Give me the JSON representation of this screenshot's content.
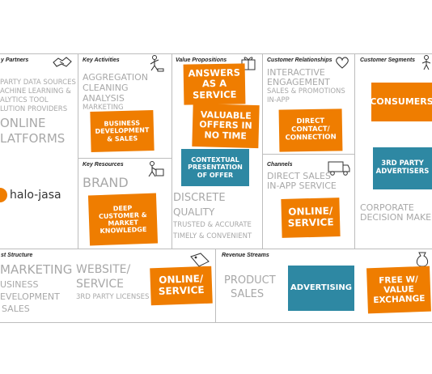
{
  "sections": {
    "key_partners": {
      "header": "y Partners",
      "lines_small": [
        "PARTY DATA SOURCES",
        "ACHINE LEARNING &",
        "ALYTICS TOOL",
        "LUTION PROVIDERS"
      ],
      "lines_large": [
        "ONLINE",
        "LATFORMS"
      ],
      "logo_text": "halo-jasa"
    },
    "key_activities": {
      "header": "Key Activities",
      "lines": [
        "AGGREGATION",
        "CLEANING",
        "ANALYSIS"
      ],
      "marketing": "MARKETING",
      "note": "BUSINESS\nDEVELOPMENT\n& SALES"
    },
    "key_resources": {
      "header": "Key Resources",
      "brand": "BRAND",
      "note": "DEEP\nCUSTOMER &\nMARKET\nKNOWLEDGE"
    },
    "value_propositions": {
      "header": "Value Propositions",
      "note1": "ANSWERS\nAS A\nSERVICE",
      "note2": "VALUABLE\nOFFERS IN\nNO TIME",
      "note3": "CONTEXTUAL\nPRESENTATION\nOF OFFER",
      "lines_large": [
        "DISCRETE",
        "QUALITY"
      ],
      "lines_small": [
        "TRUSTED & ACCURATE",
        "TIMELY & CONVENIENT"
      ]
    },
    "customer_relationships": {
      "header": "Customer Relationships",
      "lines": [
        "INTERACTIVE",
        "ENGAGEMENT"
      ],
      "lines_small": [
        "SALES & PROMOTIONS",
        "IN-APP"
      ],
      "note": "DIRECT\nCONTACT/\nCONNECTION"
    },
    "channels": {
      "header": "Channels",
      "lines": [
        "DIRECT SALES",
        "IN-APP SERVICE"
      ],
      "note": "ONLINE/\nSERVICE"
    },
    "customer_segments": {
      "header": "Customer Segments",
      "note1": "CONSUMERS",
      "note2": "3RD PARTY\nADVERTISERS",
      "lines": [
        "CORPORATE",
        "DECISION MAKERS"
      ]
    },
    "cost_structure": {
      "header": "st Structure",
      "lines_left": [
        "MARKETING",
        "USINESS",
        "EVELOPMENT",
        "SALES"
      ],
      "website": [
        "WEBSITE/",
        "SERVICE"
      ],
      "licenses": "3RD PARTY LICENSES",
      "note": "ONLINE/\nSERVICE"
    },
    "revenue_streams": {
      "header": "Revenue Streams",
      "lines": [
        "PRODUCT",
        "SALES"
      ],
      "note1": "ADVERTISING",
      "note2": "FREE W/\nVALUE\nEXCHANGE"
    }
  },
  "colors": {
    "orange": "#ef7d00",
    "teal": "#2e88a3",
    "gray_text": "#a8a8a8",
    "grid": "#bdbdbd"
  },
  "icons": [
    "handshake-icon",
    "worker-icon",
    "gift-icon",
    "heart-icon",
    "people-icon",
    "factory-worker-icon",
    "truck-icon",
    "price-tag-icon",
    "money-bag-icon"
  ]
}
